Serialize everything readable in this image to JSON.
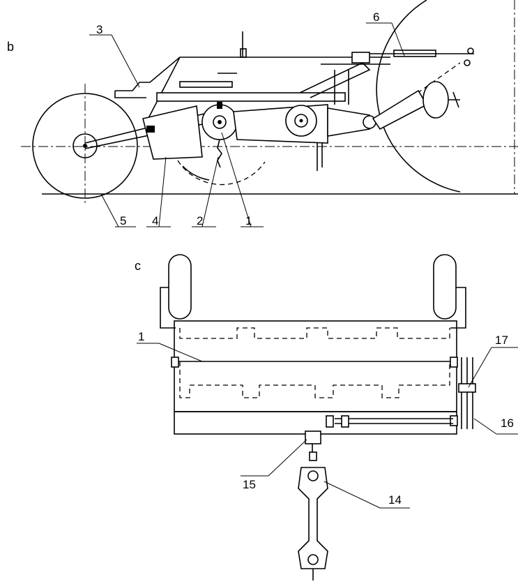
{
  "views": [
    {
      "id": "b",
      "label": "b",
      "callouts": [
        {
          "id": "callout-3",
          "text": "3"
        },
        {
          "id": "callout-6",
          "text": "6"
        },
        {
          "id": "callout-5",
          "text": "5"
        },
        {
          "id": "callout-4",
          "text": "4"
        },
        {
          "id": "callout-2",
          "text": "2"
        },
        {
          "id": "callout-1",
          "text": "1"
        }
      ]
    },
    {
      "id": "c",
      "label": "c",
      "callouts": [
        {
          "id": "callout-1",
          "text": "1"
        },
        {
          "id": "callout-17",
          "text": "17"
        },
        {
          "id": "callout-16",
          "text": "16"
        },
        {
          "id": "callout-15",
          "text": "15"
        },
        {
          "id": "callout-14",
          "text": "14"
        }
      ]
    }
  ]
}
